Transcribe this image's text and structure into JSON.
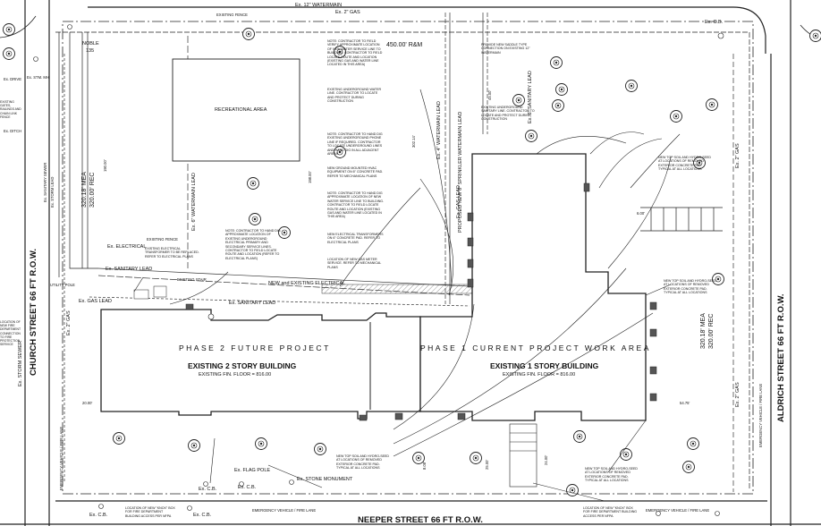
{
  "streets": {
    "north_watermain": "Ex. 12\" WATERMAIN",
    "north_gas": "Ex. 2\" GAS",
    "west": "CHURCH STREET 66 FT R.O.W.",
    "east": "ALDRICH STREET 66 FT R.O.W.",
    "south": "NEEPER STREET 66 FT R.O.W."
  },
  "dimensions": {
    "north": "450.00' R&M",
    "west_mea": "320.18' MEA",
    "west_rec": "320.00' REC",
    "east_mea": "320.18' MEA",
    "east_rec": "320.00' REC",
    "dim_a": "190.00'",
    "dim_b": "198.00'",
    "dim_c": "302.14'",
    "dim_d": "45.00'",
    "dim_e": "54.75'",
    "dim_f": "20.00'",
    "dim_g": "25.00'",
    "dim_h": "24.00'",
    "dim_i": "8.08'",
    "dim_j": "6.00'"
  },
  "areas": {
    "recreational": "RECREATIONAL AREA",
    "phase2": "PHASE 2 FUTURE PROJECT",
    "phase1": "PHASE 1 CURRENT PROJECT WORK AREA"
  },
  "buildings": {
    "west_title": "EXISTING 2 STORY BUILDING",
    "west_floor": "EXISTING FIN. FLOOR = 816.00",
    "east_title": "EXISTING 1 STORY BUILDING",
    "east_floor": "EXISTING FIN. FLOOR = 816.00"
  },
  "utilities": {
    "watermain_lead_6": "Ex. 6\" WATERMAIN LEAD",
    "watermain_lead_4": "Ex. 4\" WATERMAIN LEAD",
    "sprinkler_lead": "PROPOSED NEW 6\" SPRINKLER WATERMAIN LEAD",
    "sanitary_lead_6": "Ex. 6\" SANITARY LEAD",
    "sanitary_lead_west": "Ex. SANITARY LEAD",
    "sanitary_lead_mid": "Ex. SANITARY LEAD",
    "gas_lead": "Ex. GAS LEAD",
    "gas_lead_mid": "Ex. GAS LEAD",
    "gas_2_east": "Ex. 2\" GAS",
    "gas_2_west": "Ex. 2\" GAS",
    "gas_2_se": "Ex. 2\" GAS",
    "electrical": "Ex. ELECTRICAL",
    "new_electrical": "NEW and EXISTING ELECTRICAL",
    "storm_sewer": "Ex. STORM SEWER",
    "storm_lead": "Ex. STORM LEAD",
    "sanitary_sewer": "Ex. SANITARY SEWER",
    "stm_mh": "Ex. STM. MH",
    "utility_pole": "UTILITY POLE",
    "fire_lane_west": "EMERGENCY VEHICLE / FIRE LANE",
    "fire_lane_south": "EMERGENCY VEHICLE / FIRE LANE",
    "fire_lane_east": "EMERGENCY VEHICLE / FIRE LANE",
    "fire_lane_se": "EMERGENCY VEHICLE / FIRE LANE"
  },
  "features": {
    "flag_pole": "Ex. FLAG POLE",
    "stone_monument": "Ex. STONE MONUMENT",
    "cb_sw1": "Ex. C.B.",
    "cb_sw2": "Ex. C.B.",
    "cb_s": "Ex. C.B.",
    "cb_se": "Ex. C.B.",
    "cb_ne": "Ex. C.B.",
    "existing_fence": "EXISTING FENCE",
    "existing_fence_2": "EXISTING FENCE",
    "existing_stair": "EXISTING STAIR",
    "noble": "NOBLE",
    "noble_num": "135"
  },
  "notes": {
    "n1": "NOTE: CONTRACTOR TO FIELD VERIFY APPROXIMATE LOCATION OF NEW WATER SERVICE LINE TO BUILDING. CONTRACTOR TO FIELD LOCATE ROUTE AND LOCATION (EXISTING GAS AND WATER LINE LOCATED IN THIS AREA)",
    "n2": "EXISTING UNDERGROUND WATER LINE. CONTRACTOR TO LOCATE AND PROTECT DURING CONSTRUCTION",
    "n3": "NOTE: CONTRACTOR TO HAND DIG EXISTING UNDERGROUND PHONE LINE IF REQUIRED. CONTRACTOR TO LOCATE UNDERGROUND LINES AND HAND DIG IN ALL ADJACENT AREAS",
    "n4": "NEW GROUND MOUNTED HVAC EQUIPMENT ON 6\" CONCRETE PAD. REFER TO MECHANICAL PLANS",
    "n5": "NOTE: CONTRACTOR TO HAND DIG APPROXIMATE LOCATION OF NEW WATER SERVICE LINE TO BUILDING. CONTRACTOR TO FIELD LOCATE ROUTE AND LOCATION (EXISTING GAS AND WATER LINE LOCATED IN THIS AREA)",
    "n6": "NEW ELECTRICAL TRANSFORMERS ON 6\" CONCRETE PAD. REFER TO ELECTRICAL PLANS",
    "n7": "LOCATION OF NEW GAS METER SERVICE. REFER TO MECHANICAL PLANS",
    "n8": "NOTE: CONTRACTOR TO HAND DIG APPROXIMATE LOCATION OF EXISTING UNDERGROUND ELECTRICAL PRIMARY AND SECONDARY SERVICE LINES. CONTRACTOR TO FIELD LOCATE ROUTE AND LOCATION (REFER TO ELECTRICAL PLANS)",
    "n9": "EXISTING ELECTRICAL TRANSFORMER TO BE REPLACED. REFER TO ELECTRICAL PLANS",
    "n10": "PROVIDE NEW SADDLE TYPE CONNECTION ON EXISTING 12\" WATERMAIN",
    "n11": "EXISTING UNDERGROUND SANITARY LINE. CONTRACTOR TO LOCATE AND PROTECT DURING CONSTRUCTION",
    "n12": "NEW TOP SOIL AND HYDRO-SEED AT LOCATIONS OF REMOVED EXTERIOR CONCRETE PAD. TYPICAL AT ALL LOCATIONS",
    "n13": "NEW TOP SOIL AND HYDRO-SEED AT LOCATIONS OF REMOVED EXTERIOR CONCRETE PAD. TYPICAL AT ALL LOCATIONS",
    "n14": "NEW TOP SOIL AND HYDRO-SEED AT LOCATIONS OF REMOVED EXTERIOR CONCRETE PAD. TYPICAL AT ALL LOCATIONS",
    "n15": "NEW TOP SOIL AND HYDRO-SEED AT LOCATIONS OF REMOVED EXTERIOR CONCRETE PAD. TYPICAL AT ALL LOCATIONS",
    "n16": "LOCATION OF NEW \"KNOX\" BOX FOR FIRE DEPARTMENT BUILDING ACCESS PER NFPA",
    "n17": "LOCATION OF NEW \"KNOX\" BOX FOR FIRE DEPARTMENT BUILDING ACCESS PER NFPA",
    "n18": "LOCATION OF NEW FIRE DEPARTMENT CONNECTION TO FIRE PROTECTION SERVICE",
    "n19": "EXISTING GATES, RAILINGS AND CHAIN LINK FENCE",
    "n20": "Ex. DRIVE",
    "n21": "Ex. DITCH"
  }
}
